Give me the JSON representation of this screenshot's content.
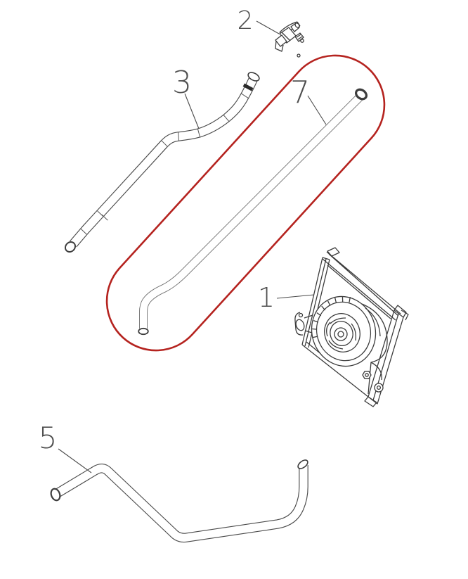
{
  "diagram": {
    "type": "exploded-parts-diagram",
    "background": "#ffffff",
    "stroke_color": "#4a4a4a",
    "label_color": "#4f4f4f",
    "highlight_color": "#b5231f",
    "labels": {
      "p1": "1",
      "p2": "2",
      "p3": "3",
      "p5": "5",
      "p7": "7"
    }
  }
}
